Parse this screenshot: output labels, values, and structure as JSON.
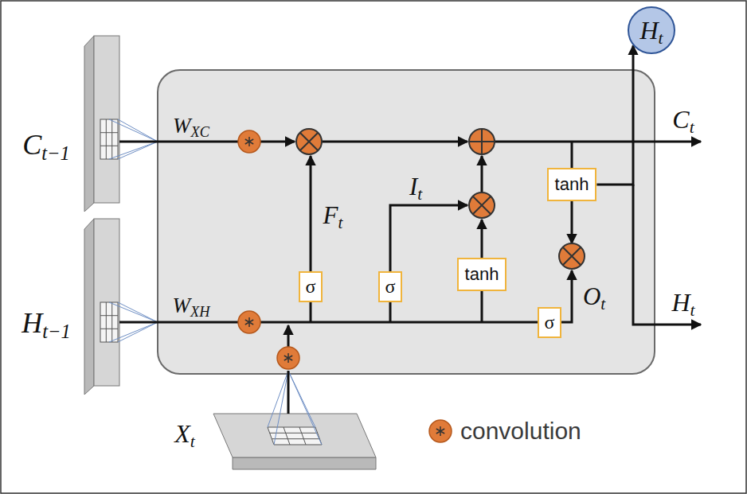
{
  "diagram": {
    "nodes": [
      {
        "text": [
          "Ht"
        ]
      },
      {
        "text": [
          "tanh"
        ]
      },
      {
        "text": [
          "σ"
        ]
      },
      {
        "text": [
          "σ"
        ]
      },
      {
        "text": [
          "tanh"
        ]
      },
      {
        "text": [
          "σ"
        ]
      }
    ],
    "edges": [
      {
        "from": 1,
        "to": 0,
        "arrow": "to"
      }
    ],
    "labels": [
      "Ct−1",
      "Ht−1",
      "WXC",
      "WXH",
      "Ft",
      "It",
      "Ot",
      "Ct",
      "Ht",
      "Xt"
    ],
    "legend": [
      {
        "text": "convolution",
        "color": "#e07b39"
      }
    ]
  }
}
